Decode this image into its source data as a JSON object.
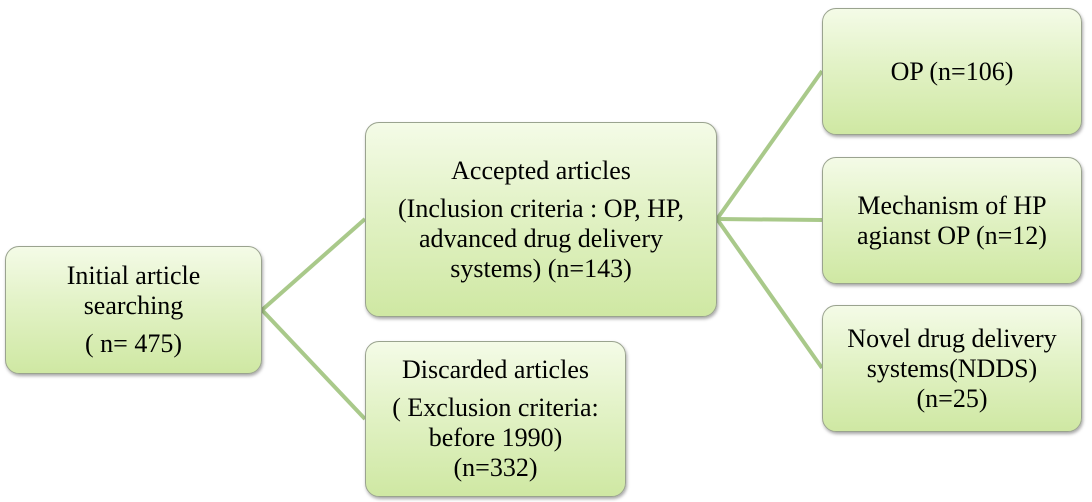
{
  "diagram": {
    "colors": {
      "connector": "#a9c98a",
      "box_border": "#9aa38f"
    },
    "nodes": {
      "initial": {
        "lines": [
          "Initial article",
          "searching"
        ],
        "count": "( n= 475)"
      },
      "accepted": {
        "title": "Accepted articles",
        "lines": [
          "(Inclusion criteria : OP, HP,",
          "advanced drug delivery",
          "systems) (n=143)"
        ]
      },
      "discarded": {
        "title": "Discarded articles",
        "lines": [
          "( Exclusion criteria:",
          "before 1990)",
          "(n=332)"
        ]
      },
      "op": {
        "lines": [
          "OP (n=106)"
        ]
      },
      "mechanism": {
        "lines": [
          "Mechanism of HP",
          "agianst OP (n=12)"
        ]
      },
      "ndds": {
        "lines": [
          "Novel drug delivery",
          "systems(NDDS)",
          "(n=25)"
        ]
      }
    },
    "edges": [
      {
        "from": "initial",
        "to": "accepted"
      },
      {
        "from": "initial",
        "to": "discarded"
      },
      {
        "from": "accepted",
        "to": "op"
      },
      {
        "from": "accepted",
        "to": "mechanism"
      },
      {
        "from": "accepted",
        "to": "ndds"
      }
    ]
  }
}
